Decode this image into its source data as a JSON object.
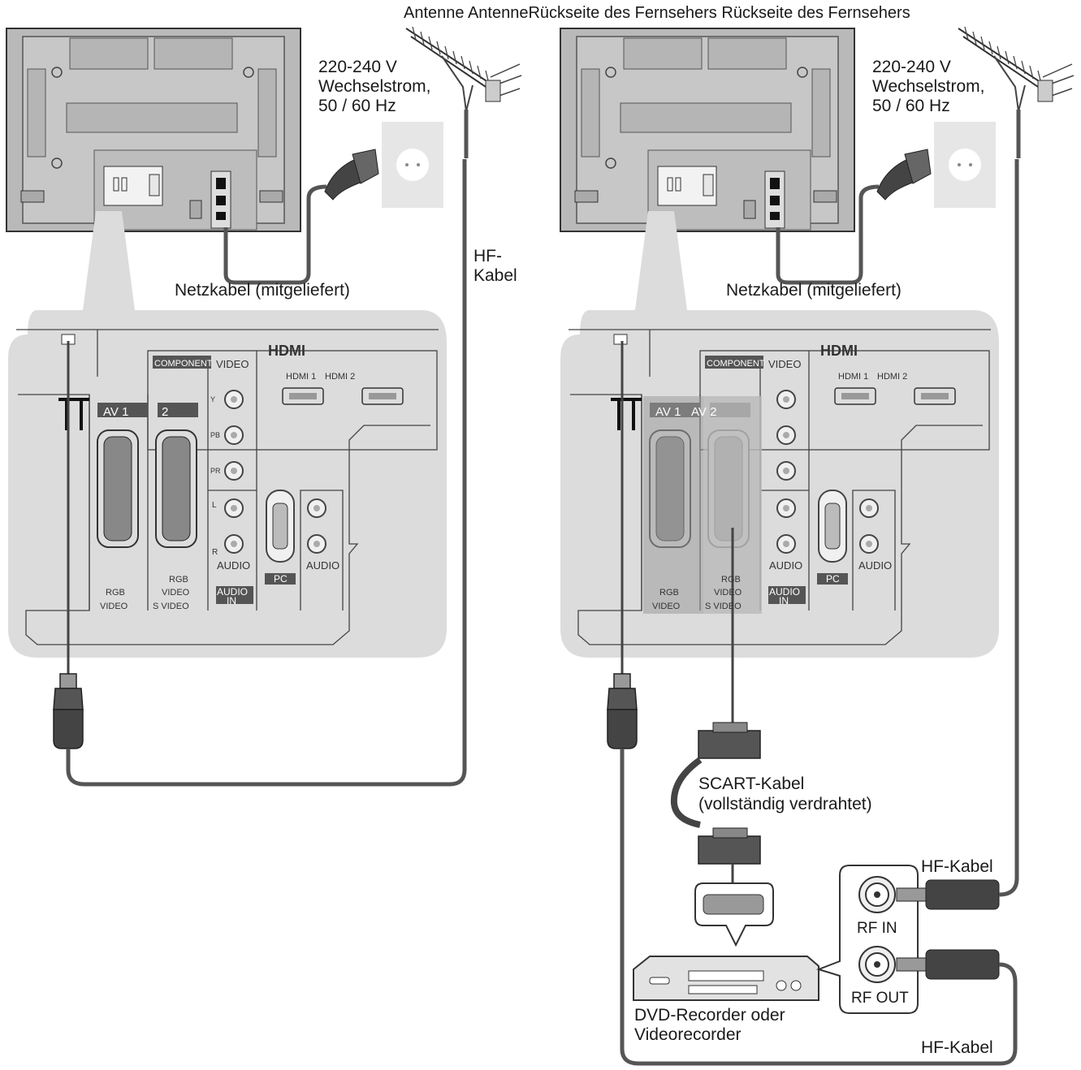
{
  "header": {
    "antenne_1": "Antenne",
    "antenne_2": "Antenne",
    "tv_back_1": "Rückseite des Fernsehers",
    "tv_back_2": "Rückseite des Fernsehers"
  },
  "left": {
    "power_spec": [
      "220-240 V",
      "Wechselstrom,",
      "50 / 60 Hz"
    ],
    "mains_cable": "Netzkabel (mitgeliefert)",
    "rf_cable": [
      "HF-",
      "Kabel"
    ],
    "panel": {
      "component": "COMPONENT",
      "video": "VIDEO",
      "hdmi_logo": "HDMI",
      "hdmi1": "HDMI 1",
      "hdmi2": "HDMI 2",
      "av1": "AV 1",
      "av2": "2",
      "y": "Y",
      "pb": "PB",
      "pr": "PR",
      "l": "L",
      "r": "R",
      "audio": "AUDIO",
      "audio_in": [
        "AUDIO",
        "IN"
      ],
      "pc": "PC",
      "rgb": "RGB",
      "video_out": "VIDEO",
      "svideo": "S VIDEO"
    }
  },
  "right": {
    "power_spec": [
      "220-240 V",
      "Wechselstrom,",
      "50 / 60 Hz"
    ],
    "mains_cable": "Netzkabel (mitgeliefert)",
    "panel": {
      "component": "COMPONENT",
      "video": "VIDEO",
      "hdmi_logo": "HDMI",
      "hdmi1": "HDMI 1",
      "hdmi2": "HDMI 2",
      "av1": "AV 1",
      "av2": "AV 2",
      "audio": "AUDIO",
      "audio_in": [
        "AUDIO",
        "IN"
      ],
      "pc": "PC",
      "rgb": "RGB",
      "video_out": "VIDEO",
      "svideo": "S VIDEO"
    },
    "scart_cable": [
      "SCART-Kabel",
      "(vollständig verdrahtet)"
    ],
    "rf_cable_top": "HF-Kabel",
    "rf_cable_bottom": "HF-Kabel",
    "rf_in": "RF IN",
    "rf_out": "RF OUT",
    "recorder": [
      "DVD-Recorder oder",
      "Videorecorder"
    ]
  }
}
